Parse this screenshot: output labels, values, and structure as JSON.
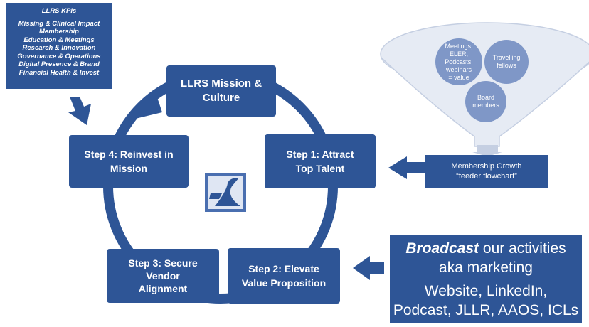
{
  "kpi_box": {
    "title": "LLRS KPIs",
    "items": [
      "Missing & Clinical Impact",
      "Membership",
      "Education & Meetings",
      "Research & Innovation",
      "Governance & Operations",
      "Digital Presence & Brand",
      "Financial Health & Invest"
    ]
  },
  "cycle": {
    "mission": [
      "LLRS Mission &",
      "Culture"
    ],
    "step1": [
      "Step 1: Attract",
      "Top Talent"
    ],
    "step2": [
      "Step 2: Elevate",
      "Value Proposition"
    ],
    "step3": [
      "Step 3: Secure",
      "Vendor",
      "Alignment"
    ],
    "step4": [
      "Step 4: Reinvest in",
      "Mission"
    ]
  },
  "funnel": {
    "bubble_a": [
      "Meetings,",
      "ELER,",
      "Podcasts,",
      "webinars",
      "= value"
    ],
    "bubble_b": [
      "Travelling",
      "fellows"
    ],
    "bubble_c": [
      "Board",
      "members"
    ],
    "label": [
      "Membership Growth",
      "“feeder flowchart”"
    ]
  },
  "broadcast": {
    "emphasis": "Broadcast",
    "line1_rest": " our activities",
    "line2": "aka marketing",
    "line3": "Website, LinkedIn,",
    "line4": "Podcast, JLLR, AAOS, ICLs"
  },
  "colors": {
    "primary": "#2e5596",
    "ring": "#2e5596",
    "bubble": "#7f97c7",
    "funnel": "#dfe5f0",
    "arrow": "#2e5596"
  },
  "icons": {
    "logo": "llrs-logo-icon"
  }
}
